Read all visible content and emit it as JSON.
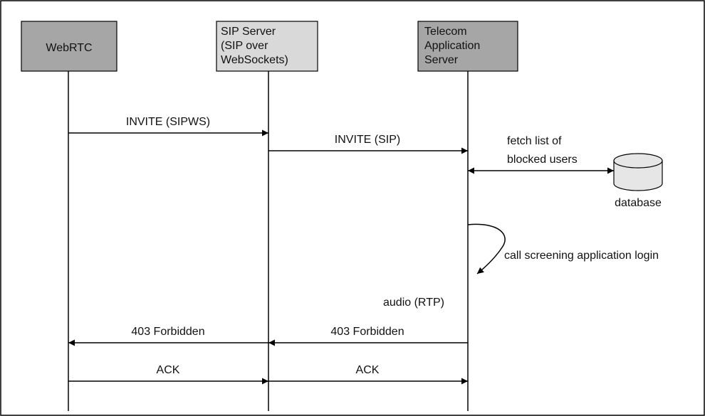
{
  "diagram": {
    "participants": [
      {
        "lines": [
          "WebRTC"
        ],
        "fill": "#a6a6a6"
      },
      {
        "lines": [
          "SIP Server",
          "(SIP over",
          "WebSockets)"
        ],
        "fill": "#d9d9d9"
      },
      {
        "lines": [
          "Telecom",
          "Application",
          "Server"
        ],
        "fill": "#a6a6a6"
      }
    ],
    "messages": [
      {
        "label": "INVITE (SIPWS)",
        "from": 0,
        "to": 1
      },
      {
        "label": "INVITE (SIP)",
        "from": 1,
        "to": 2
      },
      {
        "label": "403 Forbidden",
        "from": 2,
        "to": 1
      },
      {
        "label": "403 Forbidden",
        "from": 1,
        "to": 0
      },
      {
        "label": "ACK",
        "from": 0,
        "to": 1
      },
      {
        "label": "ACK",
        "from": 1,
        "to": 2
      }
    ],
    "fetch": {
      "lines": [
        "fetch list of",
        "blocked users"
      ]
    },
    "database": {
      "label": "database"
    },
    "self_call": {
      "label": "call screening application login"
    },
    "audio": {
      "label": "audio (RTP)"
    },
    "colors": {
      "line": "#000000",
      "dark_box": "#a6a6a6",
      "light_box": "#d9d9d9",
      "cylinder": "#e6e6e6"
    }
  }
}
